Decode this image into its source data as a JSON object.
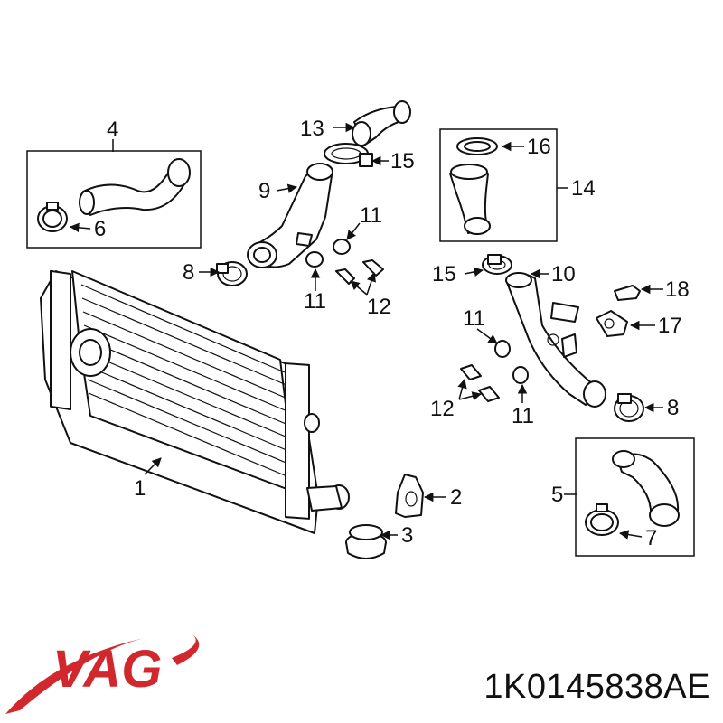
{
  "brand": {
    "logo_text": "VAG",
    "color": "#d1282e"
  },
  "part_number": "1K0145838AE",
  "callouts": {
    "c1": "1",
    "c2": "2",
    "c3": "3",
    "c4": "4",
    "c5": "5",
    "c6": "6",
    "c7": "7",
    "c8a": "8",
    "c8b": "8",
    "c9": "9",
    "c10": "10",
    "c11a": "11",
    "c11b": "11",
    "c11c": "11",
    "c11d": "11",
    "c12a": "12",
    "c12b": "12",
    "c13": "13",
    "c14": "14",
    "c15a": "15",
    "c15b": "15",
    "c16": "16",
    "c17": "17",
    "c18": "18"
  }
}
